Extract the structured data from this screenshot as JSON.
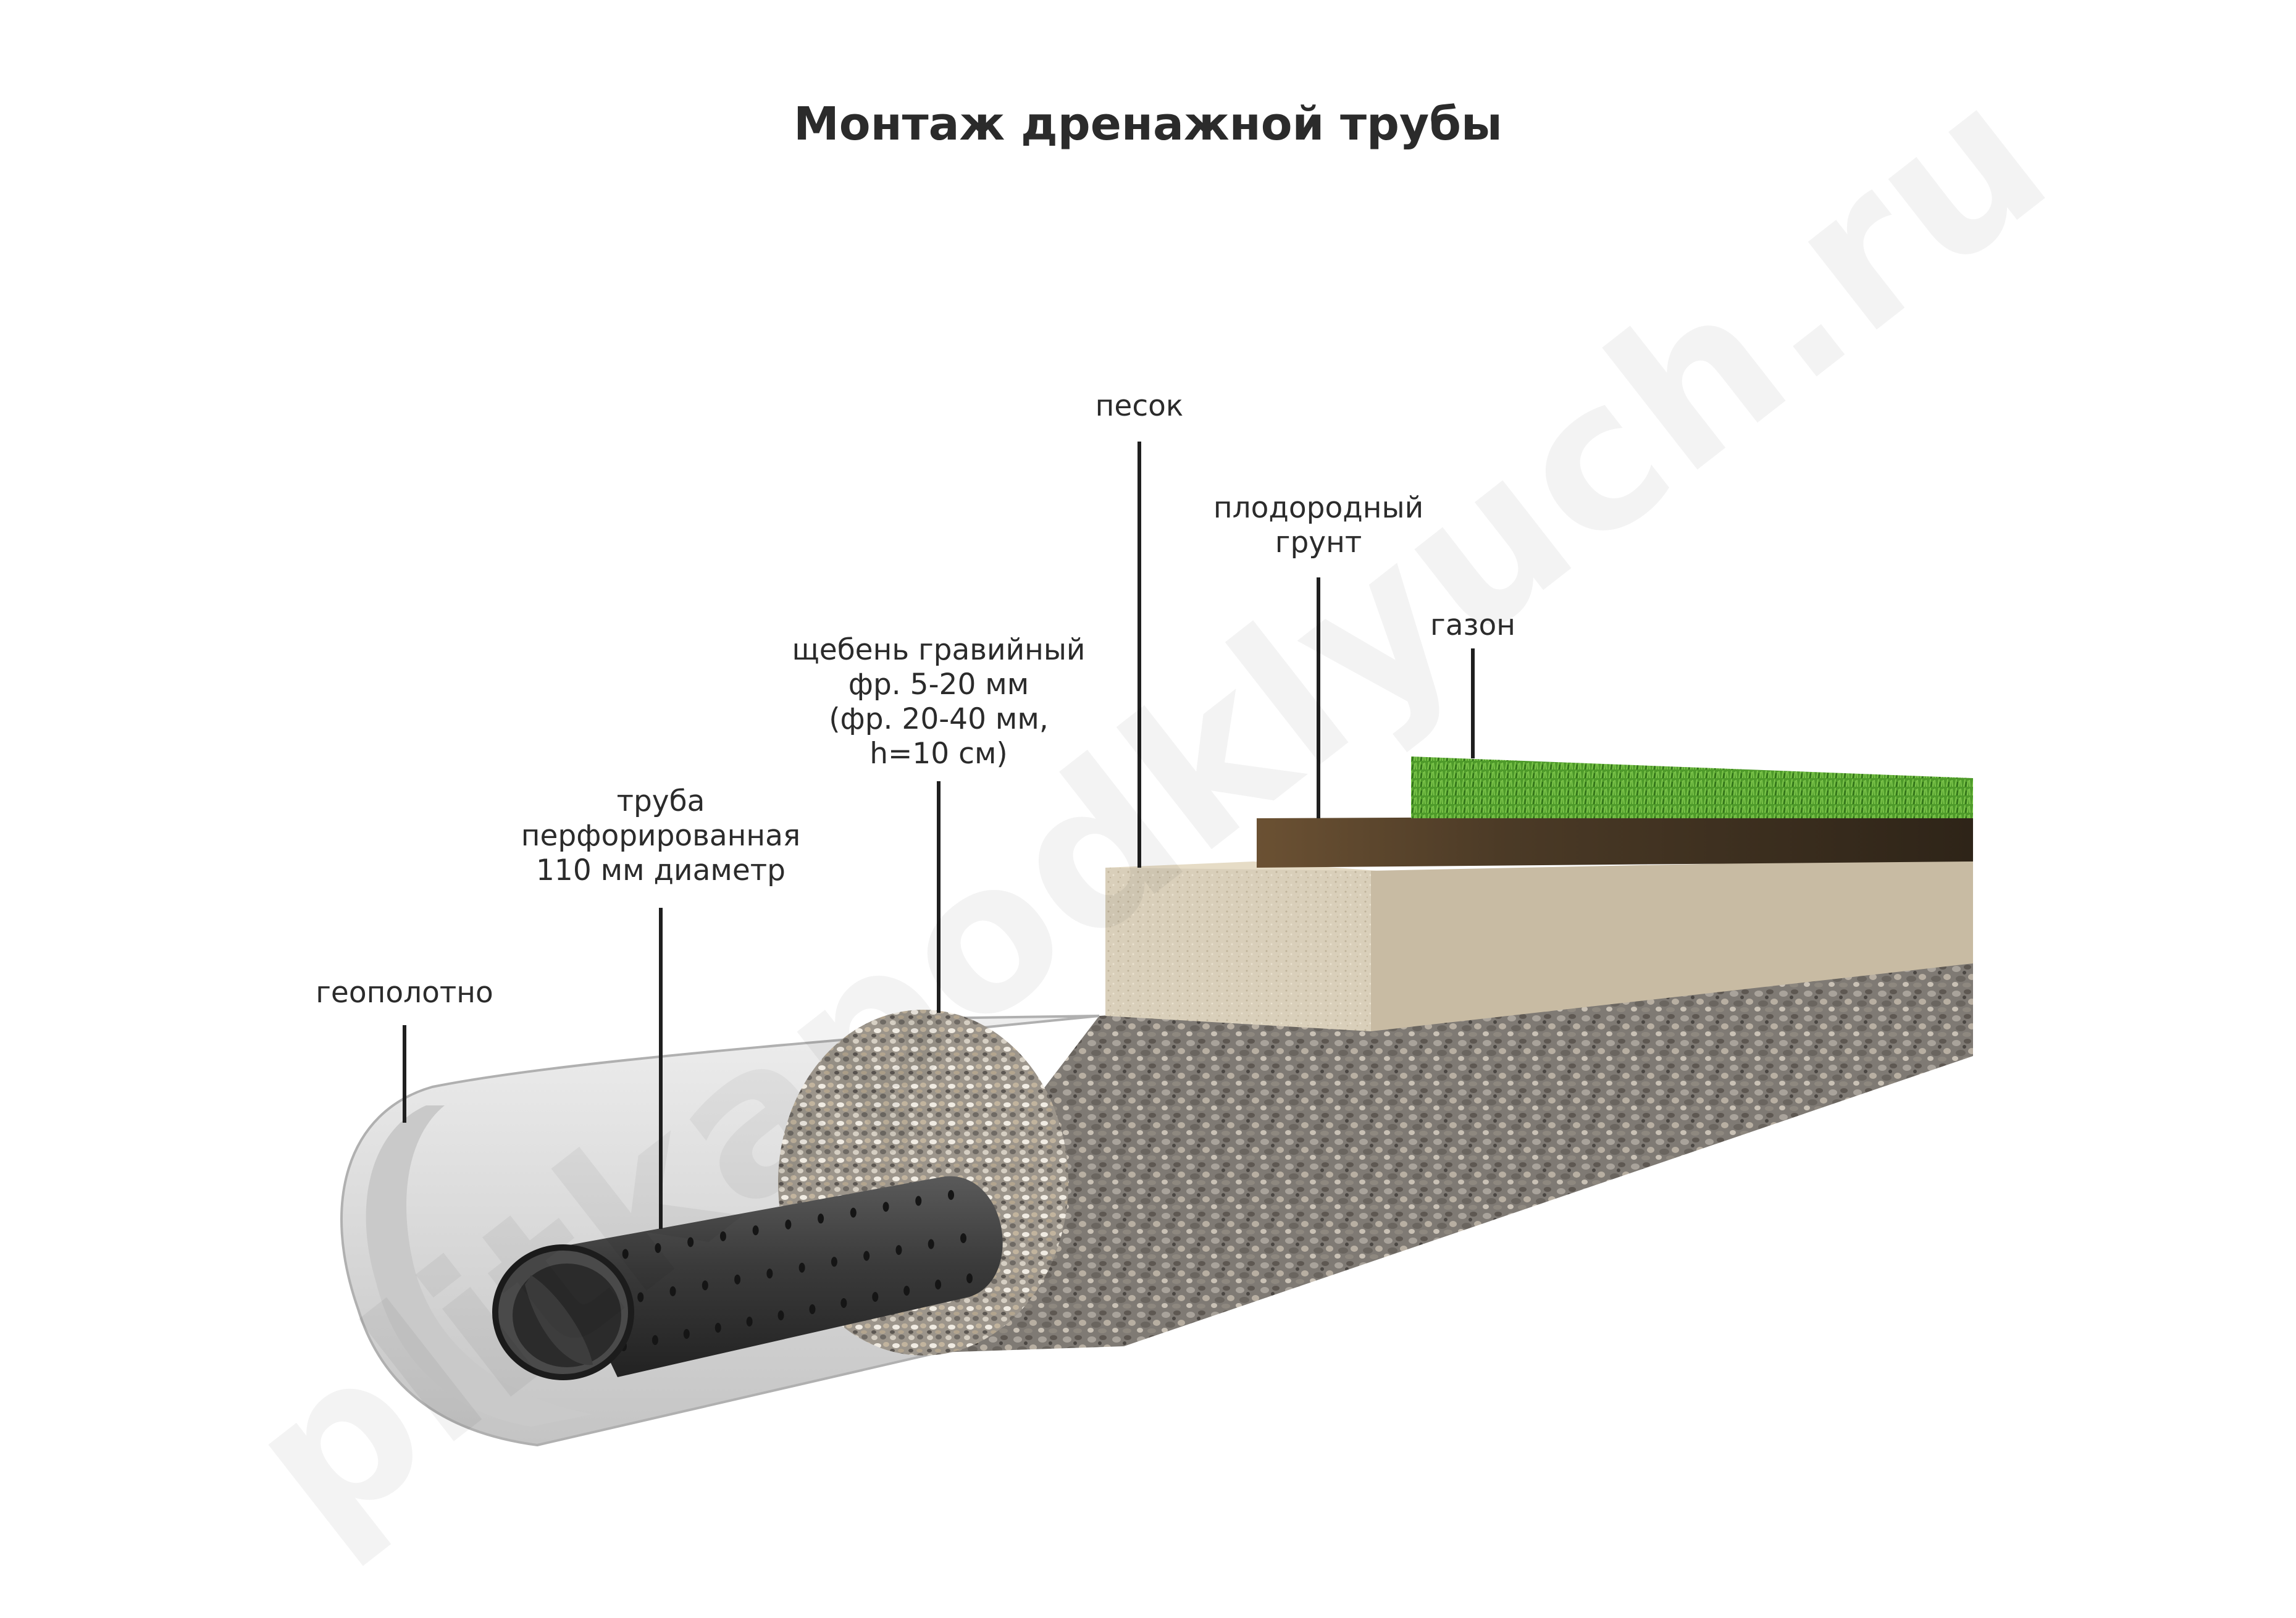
{
  "title": "Монтаж дренажной трубы",
  "watermark": "plitkapodklyuch.ru",
  "labels": {
    "sand": [
      "песок"
    ],
    "fertile_soil": [
      "плодородный",
      "грунт"
    ],
    "lawn": [
      "газон"
    ],
    "gravel": [
      "щебень гравийный",
      "фр. 5-20 мм",
      "(фр. 20-40 мм,",
      "h=10 см)"
    ],
    "pipe": [
      "труба",
      "перфорированная",
      "110 мм диаметр"
    ],
    "geotextile": [
      "геополотно"
    ]
  },
  "layers": {
    "lawn": "#4f9a2c",
    "fertile_soil": "#4a3824",
    "sand": "#d8cdb7",
    "gravel": "#8a8580",
    "geotextile": "#dcdcdc",
    "pipe": "#3d3d3d"
  }
}
